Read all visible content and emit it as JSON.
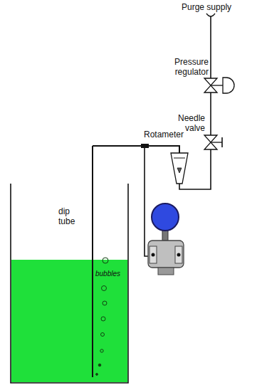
{
  "diagram": {
    "labels": [
      "Purge supply",
      "Pressure regulator",
      "Needle valve",
      "Rotameter",
      "dip tube",
      "bubbles"
    ]
  }
}
